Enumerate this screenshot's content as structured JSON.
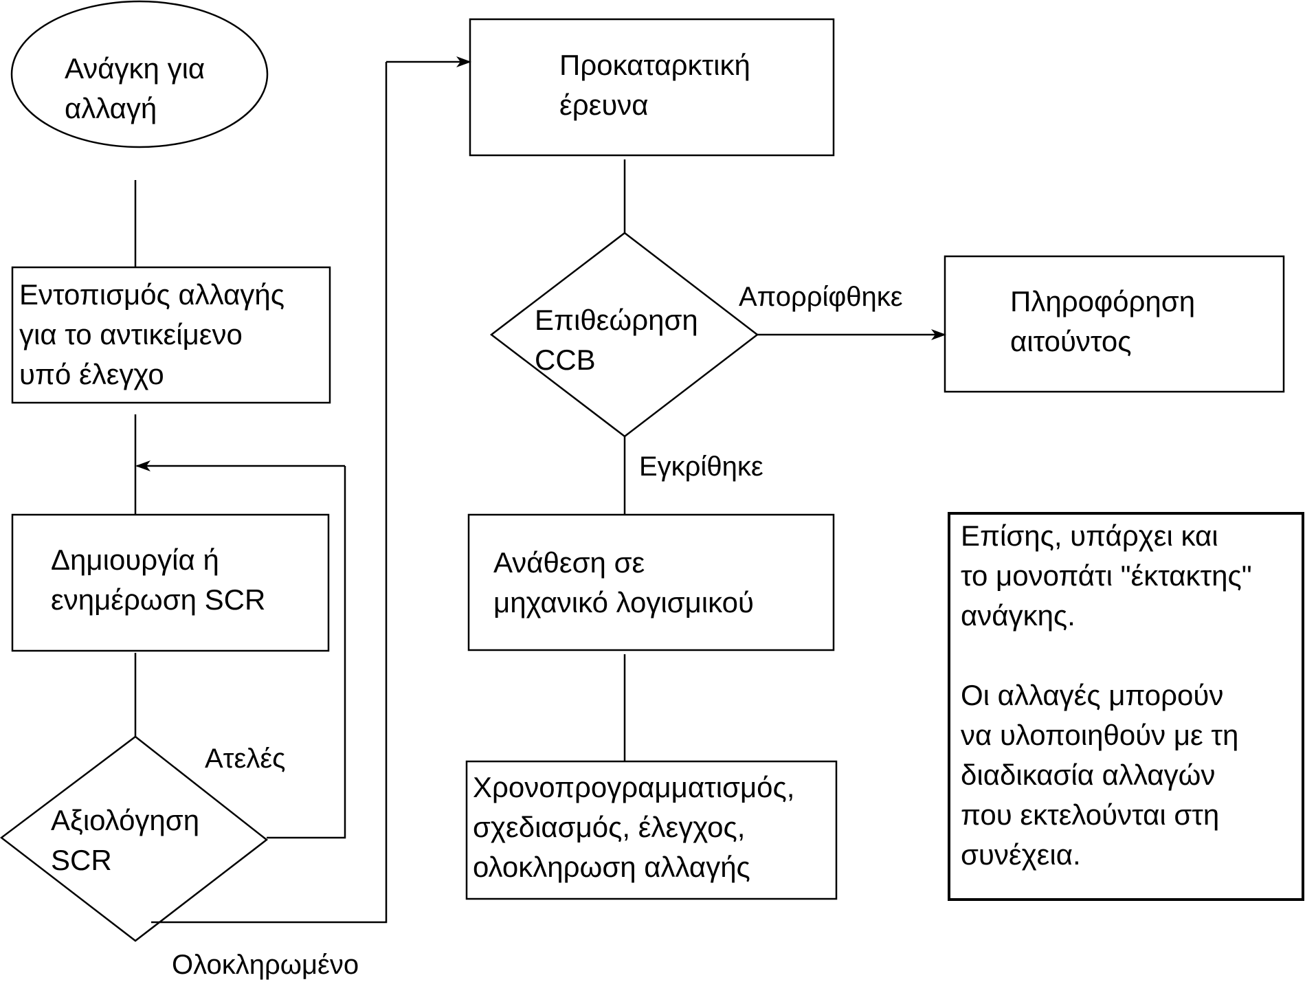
{
  "nodes": {
    "need_for_change": "Ανάγκη για\nαλλαγή",
    "identify_change": "Εντοπισμός αλλαγής\nγια το αντικείμενο\nυπό έλεγχο",
    "create_update_scr": "Δημιουργία ή\nενημέρωση SCR",
    "evaluate_scr": "Αξιολόγηση\nSCR",
    "preliminary_study": "Προκαταρκτική\nέρευνα",
    "ccb_review": "Επιθεώρηση\nCCB",
    "inform_requester": "Πληροφόρηση\nαιτούντος",
    "assign_engineer": "Ανάθεση σε\nμηχανικό λογισμικού",
    "schedule_design_test": "Χρονοπρογραμματισμός,\nσχεδιασμός, έλεγχος,\nολοκληρωση αλλαγής"
  },
  "edges": {
    "incomplete": "Ατελές",
    "completed": "Ολοκληρωμένο",
    "rejected": "Απορρίφθηκε",
    "approved": "Εγκρίθηκε"
  },
  "note": "Επίσης, υπάρχει και\nτο μονοπάτι \"έκτακτης\"\nανάγκης.\n\nΟι αλλαγές μπορούν\nνα υλοποιηθούν με τη\nδιαδικασία αλλαγών\nπου εκτελούνται στη\nσυνέχεια."
}
